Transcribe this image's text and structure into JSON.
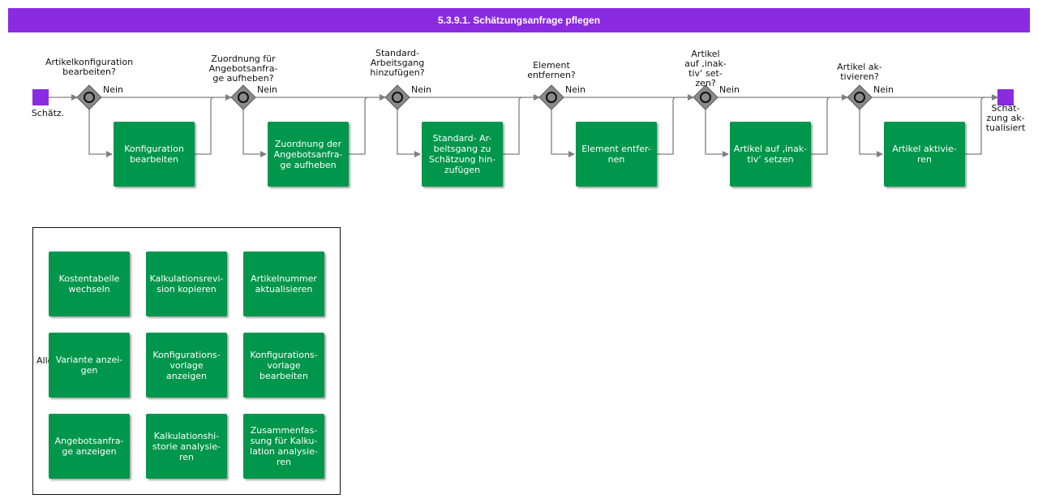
{
  "title": "5.3.9.1. Schätzungsanfrage pflegen",
  "colors": {
    "title_bar": "#8a2be2",
    "event": "#8a2be2",
    "task": "#00964b",
    "gateway": "#8a8a8a",
    "connector": "#808080"
  },
  "start_event": {
    "label": "Schätz."
  },
  "end_event": {
    "label": "Schät-\nzung ak-\ntualisiert"
  },
  "decisions": [
    {
      "question": "Artikelkonfiguration\nbearbeiten?",
      "no_label": "Nein",
      "task": "Konfiguration\nbearbeiten"
    },
    {
      "question": "Zuordnung für\nAngebotsanfra-\nge aufheben?",
      "no_label": "Nein",
      "task": "Zuordnung der\nAngebotsanfra-\nge aufheben"
    },
    {
      "question": "Standard-\nArbeitsgang\nhinzufügen?",
      "no_label": "Nein",
      "task": "Standard- Ar-\nbeitsgang zu\nSchätzung  hin-\nzufügen"
    },
    {
      "question": "Element\nentfernen?",
      "no_label": "Nein",
      "task": "Element entfer-\nnen"
    },
    {
      "question": "Artikel\nauf ‚inak-\ntiv‘ set-\nzen?",
      "no_label": "Nein",
      "task": "Artikel auf ‚inak-\ntiv‘ setzen"
    },
    {
      "question": "Artikel  ak-\ntivieren?",
      "no_label": "Nein",
      "task": "Artikel aktivie-\nren"
    }
  ],
  "group": {
    "label": "Allg",
    "actions": [
      "Kostentabelle\nwechseln",
      "Kalkulationsrevi-\nsion kopieren",
      "Artikelnummer\naktualisieren",
      "Variante anzei-\ngen",
      "Konfigurations-\nvorlage\nanzeigen",
      "Konfigurations-\nvorlage\nbearbeiten",
      "Angebotsanfra-\nge anzeigen",
      "Kalkulationshi-\nstorie analysie-\nren",
      "Zusammenfas-\nsung für Kalku-\nlation analysie-\nren"
    ]
  }
}
